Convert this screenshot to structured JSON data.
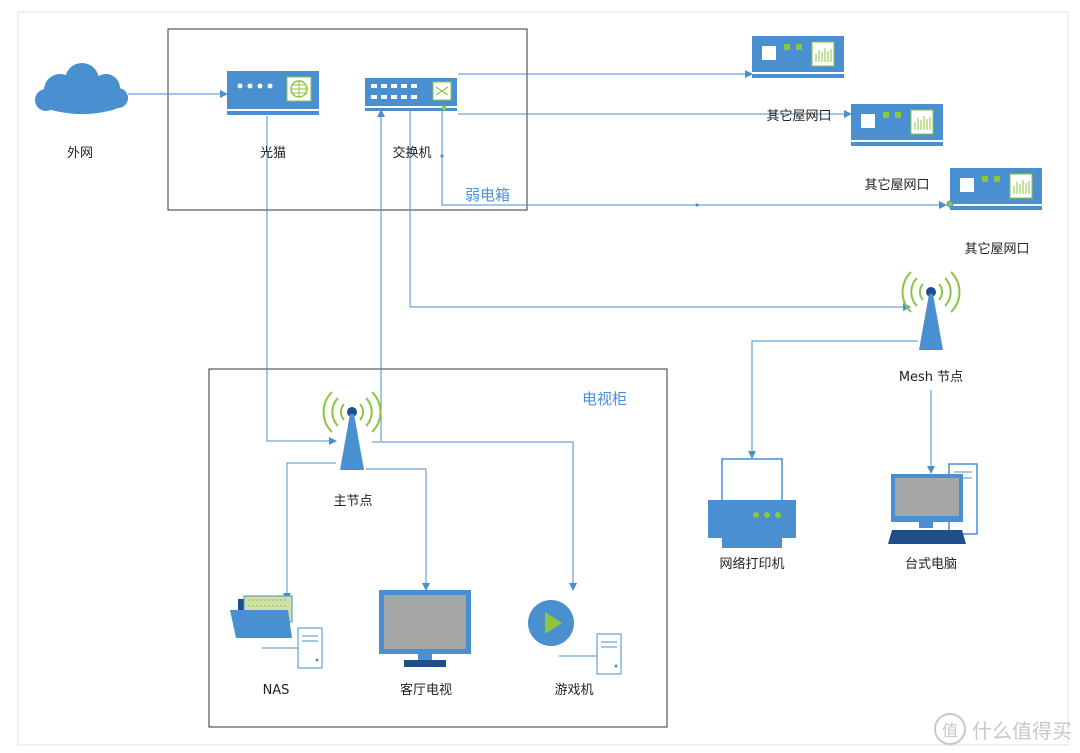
{
  "colors": {
    "device": "#4a8fd0",
    "device_light": "#ffffff",
    "accent_green": "#8cc63f",
    "line": "#4a8fd0",
    "box_border": "#333333",
    "screen_gray": "#a6a6a6"
  },
  "boxes": {
    "weak_box_title": "弱电箱",
    "tv_cabinet_title": "电视柜"
  },
  "nodes": {
    "internet": {
      "label": "外网",
      "icon": "cloud-icon"
    },
    "optical_modem": {
      "label": "光猫",
      "icon": "modem-icon"
    },
    "switch": {
      "label": "交换机",
      "icon": "switch-icon"
    },
    "room_port_1": {
      "label": "其它屋网口",
      "icon": "wall-port-icon"
    },
    "room_port_2": {
      "label": "其它屋网口",
      "icon": "wall-port-icon"
    },
    "room_port_3": {
      "label": "其它屋网口",
      "icon": "wall-port-icon"
    },
    "main_node": {
      "label": "主节点",
      "icon": "wireless-ap-icon"
    },
    "mesh_node": {
      "label": "Mesh 节点",
      "icon": "wireless-ap-icon"
    },
    "nas": {
      "label": "NAS",
      "icon": "folder-server-icon"
    },
    "living_room_tv": {
      "label": "客厅电视",
      "icon": "monitor-icon"
    },
    "game_console": {
      "label": "游戏机",
      "icon": "media-server-icon"
    },
    "network_printer": {
      "label": "网络打印机",
      "icon": "printer-icon"
    },
    "desktop_pc": {
      "label": "台式电脑",
      "icon": "desktop-computer-icon"
    }
  },
  "watermark": {
    "logo_char": "值",
    "text": "什么值得买"
  }
}
